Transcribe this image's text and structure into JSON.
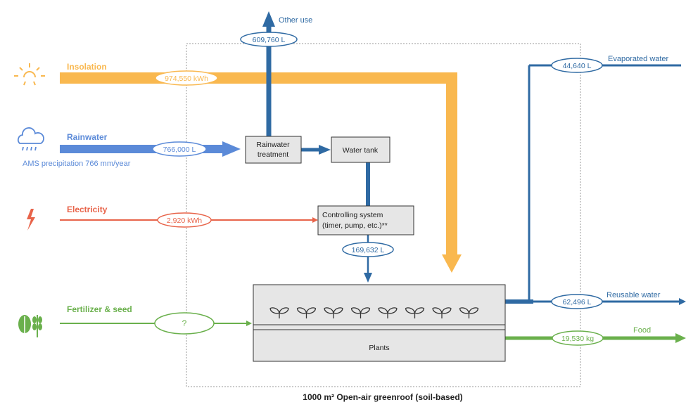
{
  "caption": "1000 m² Open-air greenroof (soil-based)",
  "colors": {
    "insolation": "#f9b84f",
    "rainwater": "#5b8ad8",
    "electricity": "#e8644a",
    "fertilizer": "#6ab04c",
    "water": "#2f6aa3",
    "box_fill": "#e6e6e6",
    "box_stroke": "#333333",
    "boundary": "#999999"
  },
  "inputs": {
    "insolation": {
      "label": "Insolation",
      "value": "974,550 kWh",
      "icon": "sun-icon"
    },
    "rainwater": {
      "label": "Rainwater",
      "value": "766,000 L",
      "note": "AMS precipitation 766 mm/year",
      "icon": "cloud-rain-icon"
    },
    "electricity": {
      "label": "Electricity",
      "value": "2,920 kWh",
      "icon": "lightning-icon"
    },
    "fertilizer": {
      "label": "Fertilizer & seed",
      "value": "?",
      "icon": "fertilizer-seed-icon"
    }
  },
  "processes": {
    "treatment": "Rainwater treatment",
    "tank": "Water tank",
    "control_line1": "Controlling system",
    "control_line2": "(timer, pump, etc.)**",
    "plants": "Plants"
  },
  "flows": {
    "other_use": {
      "label": "Other use",
      "value": "609,760 L"
    },
    "irrigation": {
      "value": "169,632 L"
    },
    "evaporated": {
      "label": "Evaporated water",
      "value": "44,640 L"
    },
    "reusable": {
      "label": "Reusable water",
      "value": "62,496 L"
    },
    "food": {
      "label": "Food",
      "value": "19,530 kg"
    }
  }
}
